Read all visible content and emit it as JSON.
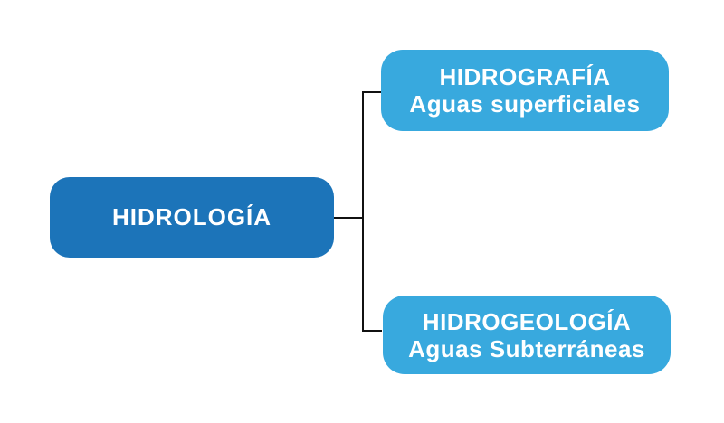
{
  "diagram": {
    "root": {
      "title": "HIDROLOGÍA"
    },
    "children": [
      {
        "title": "HIDROGRAFÍA",
        "subtitle": "Aguas superficiales"
      },
      {
        "title": "HIDROGEOLOGÍA",
        "subtitle": "Aguas Subterráneas"
      }
    ],
    "colors": {
      "root_fill": "#1C74B9",
      "child_fill": "#38A9DE",
      "text": "#FFFFFF",
      "connector": "#111111",
      "background": "#FFFFFF"
    }
  }
}
